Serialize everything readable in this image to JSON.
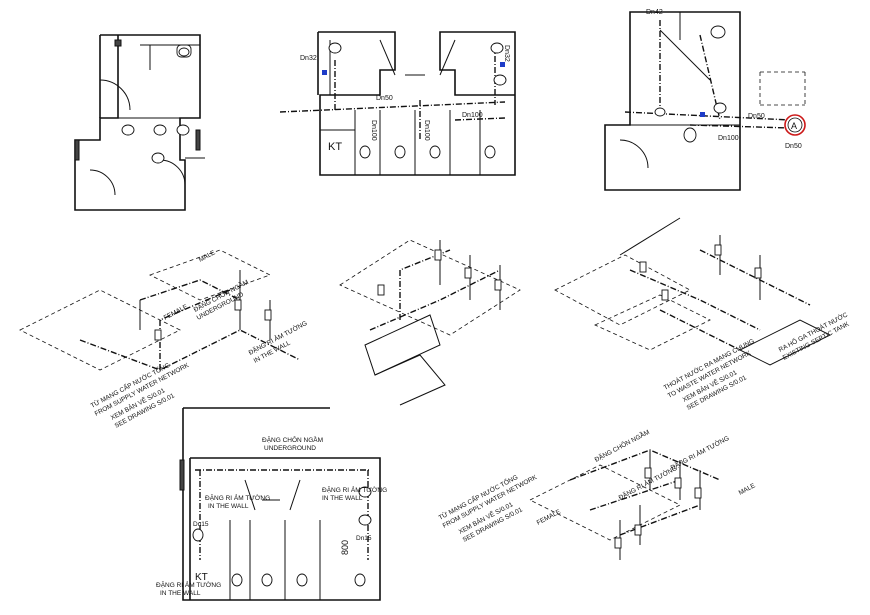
{
  "colors": {
    "ink": "#111111",
    "background": "#ffffff",
    "marker_blue": "#1e3cc8",
    "marker_red": "#cc1a1a"
  },
  "plan_top_center": {
    "pipe_dn50": "Dn50",
    "pipe_dn32_left": "Dn32",
    "pipe_dn32_right": "Dn32",
    "pipe_dn100_a": "Dn100",
    "pipe_dn100_b": "Dn100",
    "pipe_dn100_c": "Dn100",
    "room_kt": "KT"
  },
  "plan_top_right": {
    "pipe_dn42": "Dn42",
    "pipe_dn50_a": "Dn50",
    "pipe_dn50_b": "Dn50",
    "pipe_dn100": "Dn100",
    "section_marker": "A"
  },
  "iso_left": {
    "female": "FEMALE",
    "male": "MALE",
    "underground_vn": "ĐẶNG CHÔN NGẦM",
    "underground_en": "UNDERGROUND",
    "in_wall_vn": "ĐẶNG RI ẢM TƯỜNG",
    "in_wall_en": "IN THE WALL",
    "supply_vn": "TỪ MẠNG CẤP NƯỚC TỔNG",
    "supply_en": "FROM SUPPLY WATER NETWORK",
    "drawing_vn": "XEM BẢN VẼ S/0.01",
    "drawing_en": "SEE DRAWING S/0.01"
  },
  "iso_right": {
    "septic_vn": "RA HỐ GA THOÁT NƯỚC",
    "septic_en": "EXISTING SEPTIC TANK",
    "waste_vn": "THOÁT NƯỚC RA MẠNG CHUNG",
    "waste_en": "TO WASTE WATER NETWORK",
    "drawing_vn": "XEM BẢN VẼ S/0.01",
    "drawing_en": "SEE DRAWING S/0.01"
  },
  "plan_bottom": {
    "underground_vn": "ĐẶNG CHÔN NGẦM",
    "underground_en": "UNDERGROUND",
    "in_wall_vn_a": "ĐẶNG RI ẢM TƯỜNG",
    "in_wall_en_a": "IN THE WALL",
    "in_wall_vn_b": "ĐẶNG RI ẢM TƯỜNG",
    "in_wall_en_b": "IN THE WALL",
    "in_wall_vn_c": "ĐẶNG RI ẢM TƯỜNG",
    "in_wall_en_c": "IN THE WALL",
    "dim_800": "800",
    "room_kt": "KT",
    "pipe_dn15_a": "Dn15",
    "pipe_dn15_b": "Dn15"
  },
  "iso_bottom_right": {
    "supply_vn": "TỪ MẠNG CẤP NƯỚC TỔNG",
    "supply_en": "FROM SUPPLY WATER NETWORK",
    "drawing_vn": "XEM BẢN VẼ S/0.01",
    "drawing_en": "SEE DRAWING S/0.01",
    "female": "FEMALE",
    "male": "MALE",
    "in_wall_vn_a": "ĐẶNG RI ẢM TƯỜNG",
    "in_wall_vn_b": "ĐẶNG RI ẢM TƯỜNG",
    "underground_vn": "ĐẶNG CHÔN NGẦM"
  }
}
